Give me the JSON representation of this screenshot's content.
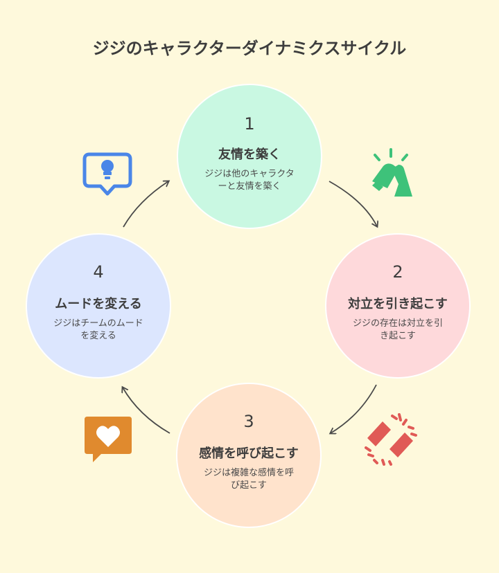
{
  "title": "ジジのキャラクターダイナミクスサイクル",
  "stages": [
    {
      "number": "1",
      "title": "友情を築く",
      "desc_line1": "ジジは他のキャラクタ",
      "desc_line2": "ーと友情を築く",
      "fill": "#c9f8e2"
    },
    {
      "number": "2",
      "title": "対立を引き起こす",
      "desc_line1": "ジジの存在は対立を引",
      "desc_line2": "き起こす",
      "fill": "#fed9db"
    },
    {
      "number": "3",
      "title": "感情を呼び起こす",
      "desc_line1": "ジジは複雑な感情を呼",
      "desc_line2": "び起こす",
      "fill": "#ffe3cc"
    },
    {
      "number": "4",
      "title": "ムードを変える",
      "desc_line1": "ジジはチームのムード",
      "desc_line2": "を変える",
      "fill": "#dce6fe"
    }
  ],
  "icons": [
    {
      "name": "lightbulb-chat-icon",
      "color": "#4a86e8"
    },
    {
      "name": "handshake-icon",
      "color": "#3ec27a"
    },
    {
      "name": "conflict-icon",
      "color": "#e05a56"
    },
    {
      "name": "heart-chat-icon",
      "color": "#e08a2e"
    }
  ],
  "arrow_color": "#4a4a4a"
}
